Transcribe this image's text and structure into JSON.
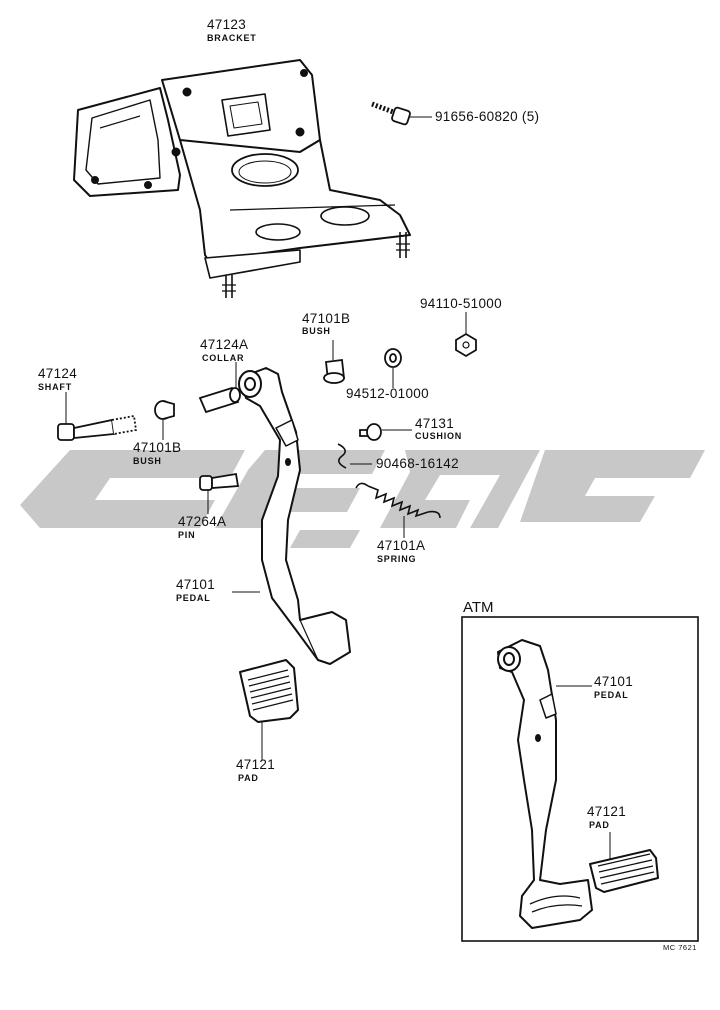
{
  "parts": {
    "bracket": {
      "number": "47123",
      "name": "BRACKET"
    },
    "bolt": {
      "number": "91656-60820 (5)"
    },
    "nut": {
      "number": "94110-51000"
    },
    "bush_upper": {
      "number": "47101B",
      "name": "BUSH"
    },
    "washer": {
      "number": "94512-01000"
    },
    "collar": {
      "number": "47124A",
      "name": "COLLAR"
    },
    "shaft": {
      "number": "47124",
      "name": "SHAFT"
    },
    "bush_lower": {
      "number": "47101B",
      "name": "BUSH"
    },
    "cushion": {
      "number": "47131",
      "name": "CUSHION"
    },
    "clip": {
      "number": "90468-16142"
    },
    "pin": {
      "number": "47264A",
      "name": "PIN"
    },
    "spring": {
      "number": "47101A",
      "name": "SPRING"
    },
    "pedal": {
      "number": "47101",
      "name": "PEDAL"
    },
    "pad": {
      "number": "47121",
      "name": "PAD"
    }
  },
  "atm": {
    "title": "ATM",
    "pedal": {
      "number": "47101",
      "name": "PEDAL"
    },
    "pad": {
      "number": "47121",
      "name": "PAD"
    }
  },
  "watermark": {
    "color": "#c8c8c8"
  },
  "figure_code": "MC 7621"
}
